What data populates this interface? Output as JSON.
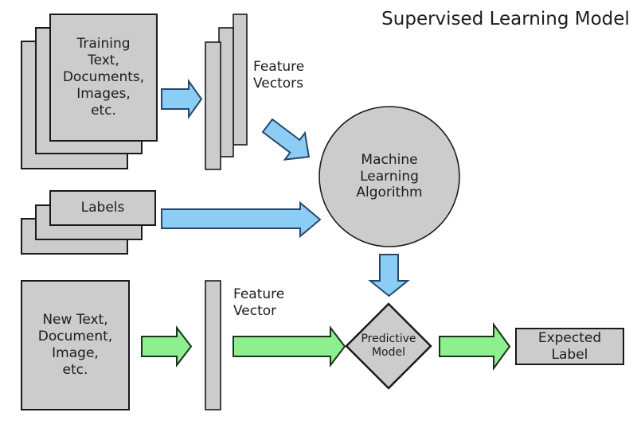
{
  "title": "Supervised Learning Model",
  "colors": {
    "background": "#ffffff",
    "shape_fill": "#cccccc",
    "shape_stroke": "#1a1a1a",
    "arrow_train_fill": "#8ccdf5",
    "arrow_train_stroke": "#25486b",
    "arrow_predict_fill": "#8def8d",
    "arrow_predict_stroke": "#1b331b",
    "text": "#1c1c1c"
  },
  "nodes": {
    "training_data": {
      "label": "Training\nText,\nDocuments,\nImages,\netc."
    },
    "feature_vectors": {
      "label": "Feature\nVectors"
    },
    "labels": {
      "label": "Labels"
    },
    "ml_algorithm": {
      "label": "Machine\nLearning\nAlgorithm"
    },
    "new_input": {
      "label": "New Text,\nDocument,\nImage,\netc."
    },
    "feature_vector": {
      "label": "Feature\nVector"
    },
    "predictive_model": {
      "label": "Predictive\nModel"
    },
    "expected_label": {
      "label": "Expected\nLabel"
    }
  }
}
